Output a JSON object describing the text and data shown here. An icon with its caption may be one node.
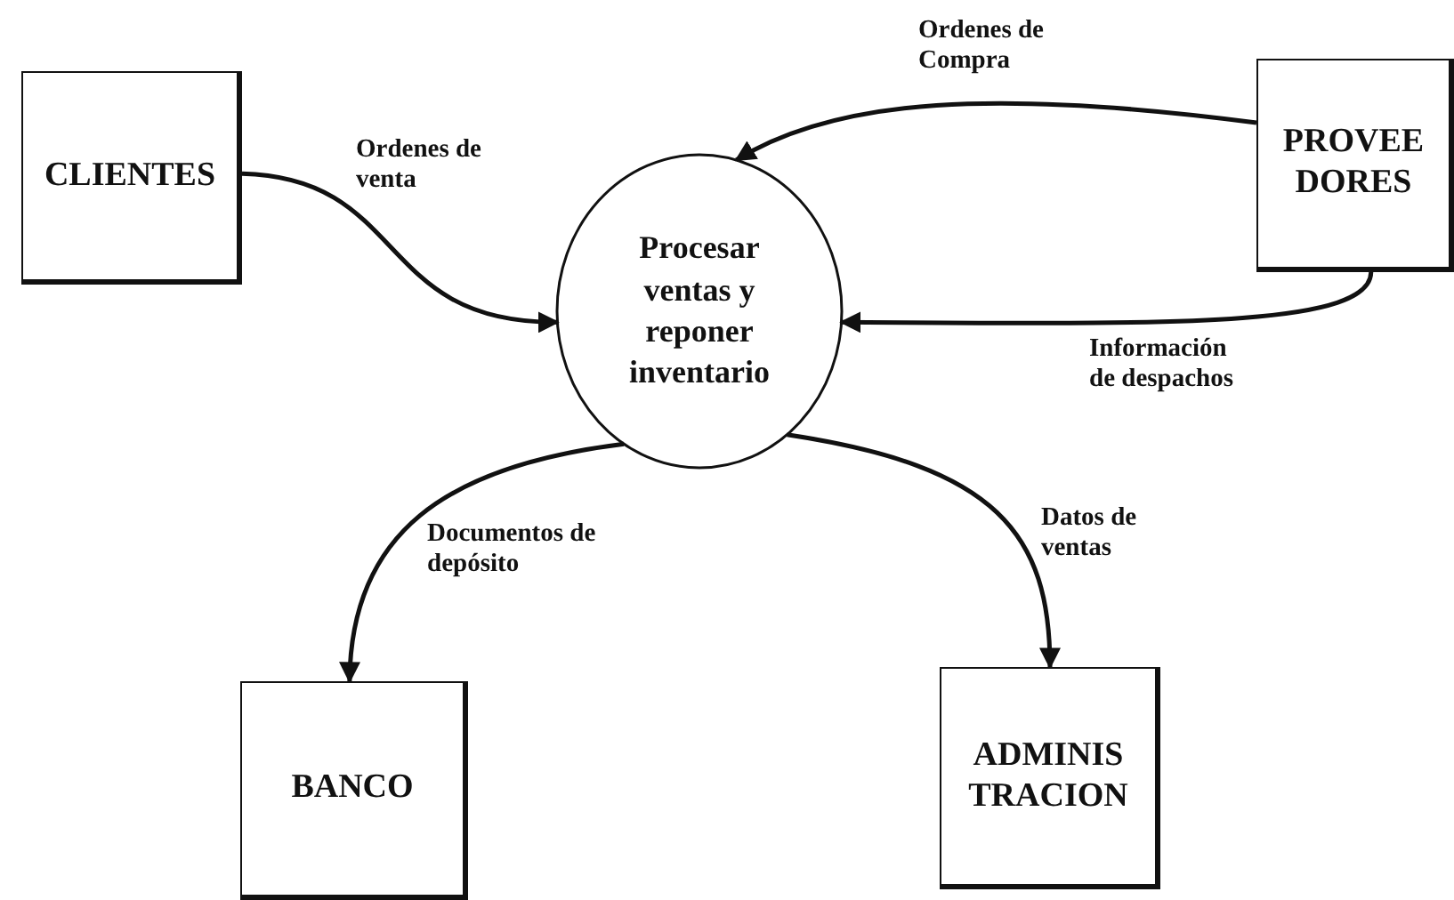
{
  "diagram": {
    "nodes": [
      {
        "text": [
          "CLIENTES"
        ]
      },
      {
        "text": [
          "Procesar ventas y reponer inventario"
        ]
      },
      {
        "text": [
          "PROVEE DORES"
        ]
      },
      {
        "text": [
          "BANCO"
        ]
      },
      {
        "text": [
          "ADMINIS TRACION"
        ]
      }
    ],
    "edges": [
      {
        "from": 0,
        "to": 1,
        "arrow": "to",
        "label": "Ordenes de venta"
      },
      {
        "from": 2,
        "to": 1,
        "arrow": "to",
        "label": "Ordenes de Compra"
      },
      {
        "from": 2,
        "to": 1,
        "arrow": "to",
        "label": "Información de despachos"
      },
      {
        "from": 1,
        "to": 3,
        "arrow": "to",
        "label": "Documentos de depósito"
      },
      {
        "from": 1,
        "to": 4,
        "arrow": "to",
        "label": "Datos de ventas"
      }
    ]
  }
}
